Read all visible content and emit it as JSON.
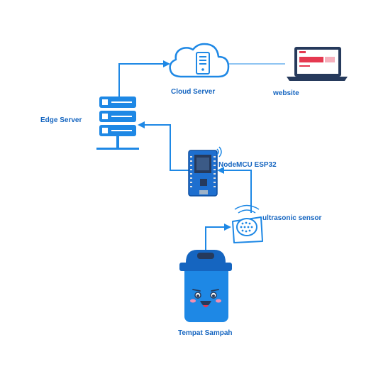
{
  "labels": {
    "cloud_server": "Cloud Server",
    "website": "website",
    "edge_server": "Edge Server",
    "nodemcu": "NodeMCU ESP32",
    "ultrasonic": "ultrasonic sensor",
    "trash_bin": "Tempat Sampah"
  },
  "icons": {
    "cloud": "cloud-server-icon",
    "laptop": "laptop-icon",
    "server": "server-rack-icon",
    "board": "microcontroller-board-icon",
    "sensor": "ultrasonic-sensor-icon",
    "bin": "trash-bin-icon"
  },
  "colors": {
    "primary_blue": "#1e88e5",
    "dark_blue": "#1565c0",
    "navy": "#263a5c",
    "text": "#1565c0"
  }
}
